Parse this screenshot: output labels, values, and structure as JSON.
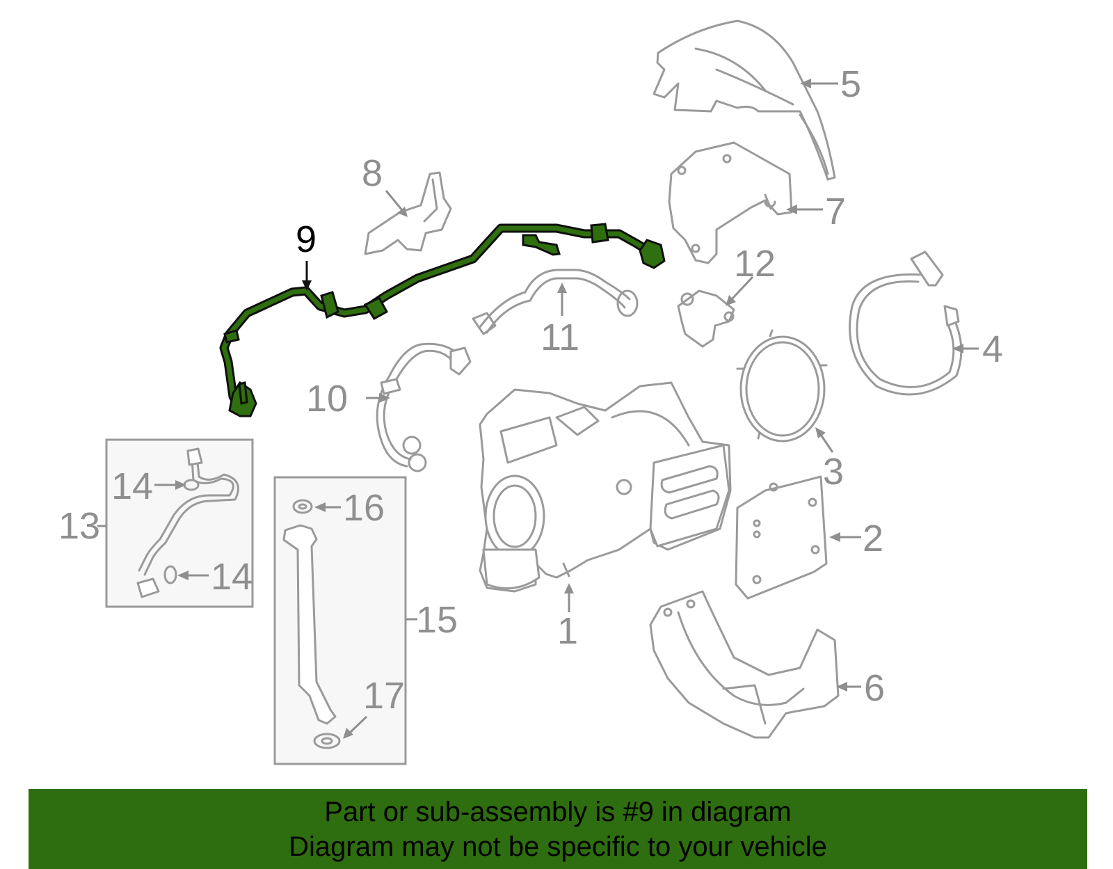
{
  "diagram": {
    "highlighted_part": "9",
    "callouts": {
      "c1": "1",
      "c2": "2",
      "c3": "3",
      "c4": "4",
      "c5": "5",
      "c6": "6",
      "c7": "7",
      "c8": "8",
      "c9": "9",
      "c10": "10",
      "c11": "11",
      "c12": "12",
      "c13": "13",
      "c14a": "14",
      "c14b": "14",
      "c15": "15",
      "c16": "16",
      "c17": "17"
    },
    "colors": {
      "highlight": "#2f6f0f",
      "banner": "#2e6e10",
      "parts": "#9a9a9a"
    }
  },
  "banner": {
    "line1": "Part or sub-assembly is #9 in diagram",
    "line2": "Diagram may not be specific to your vehicle"
  }
}
